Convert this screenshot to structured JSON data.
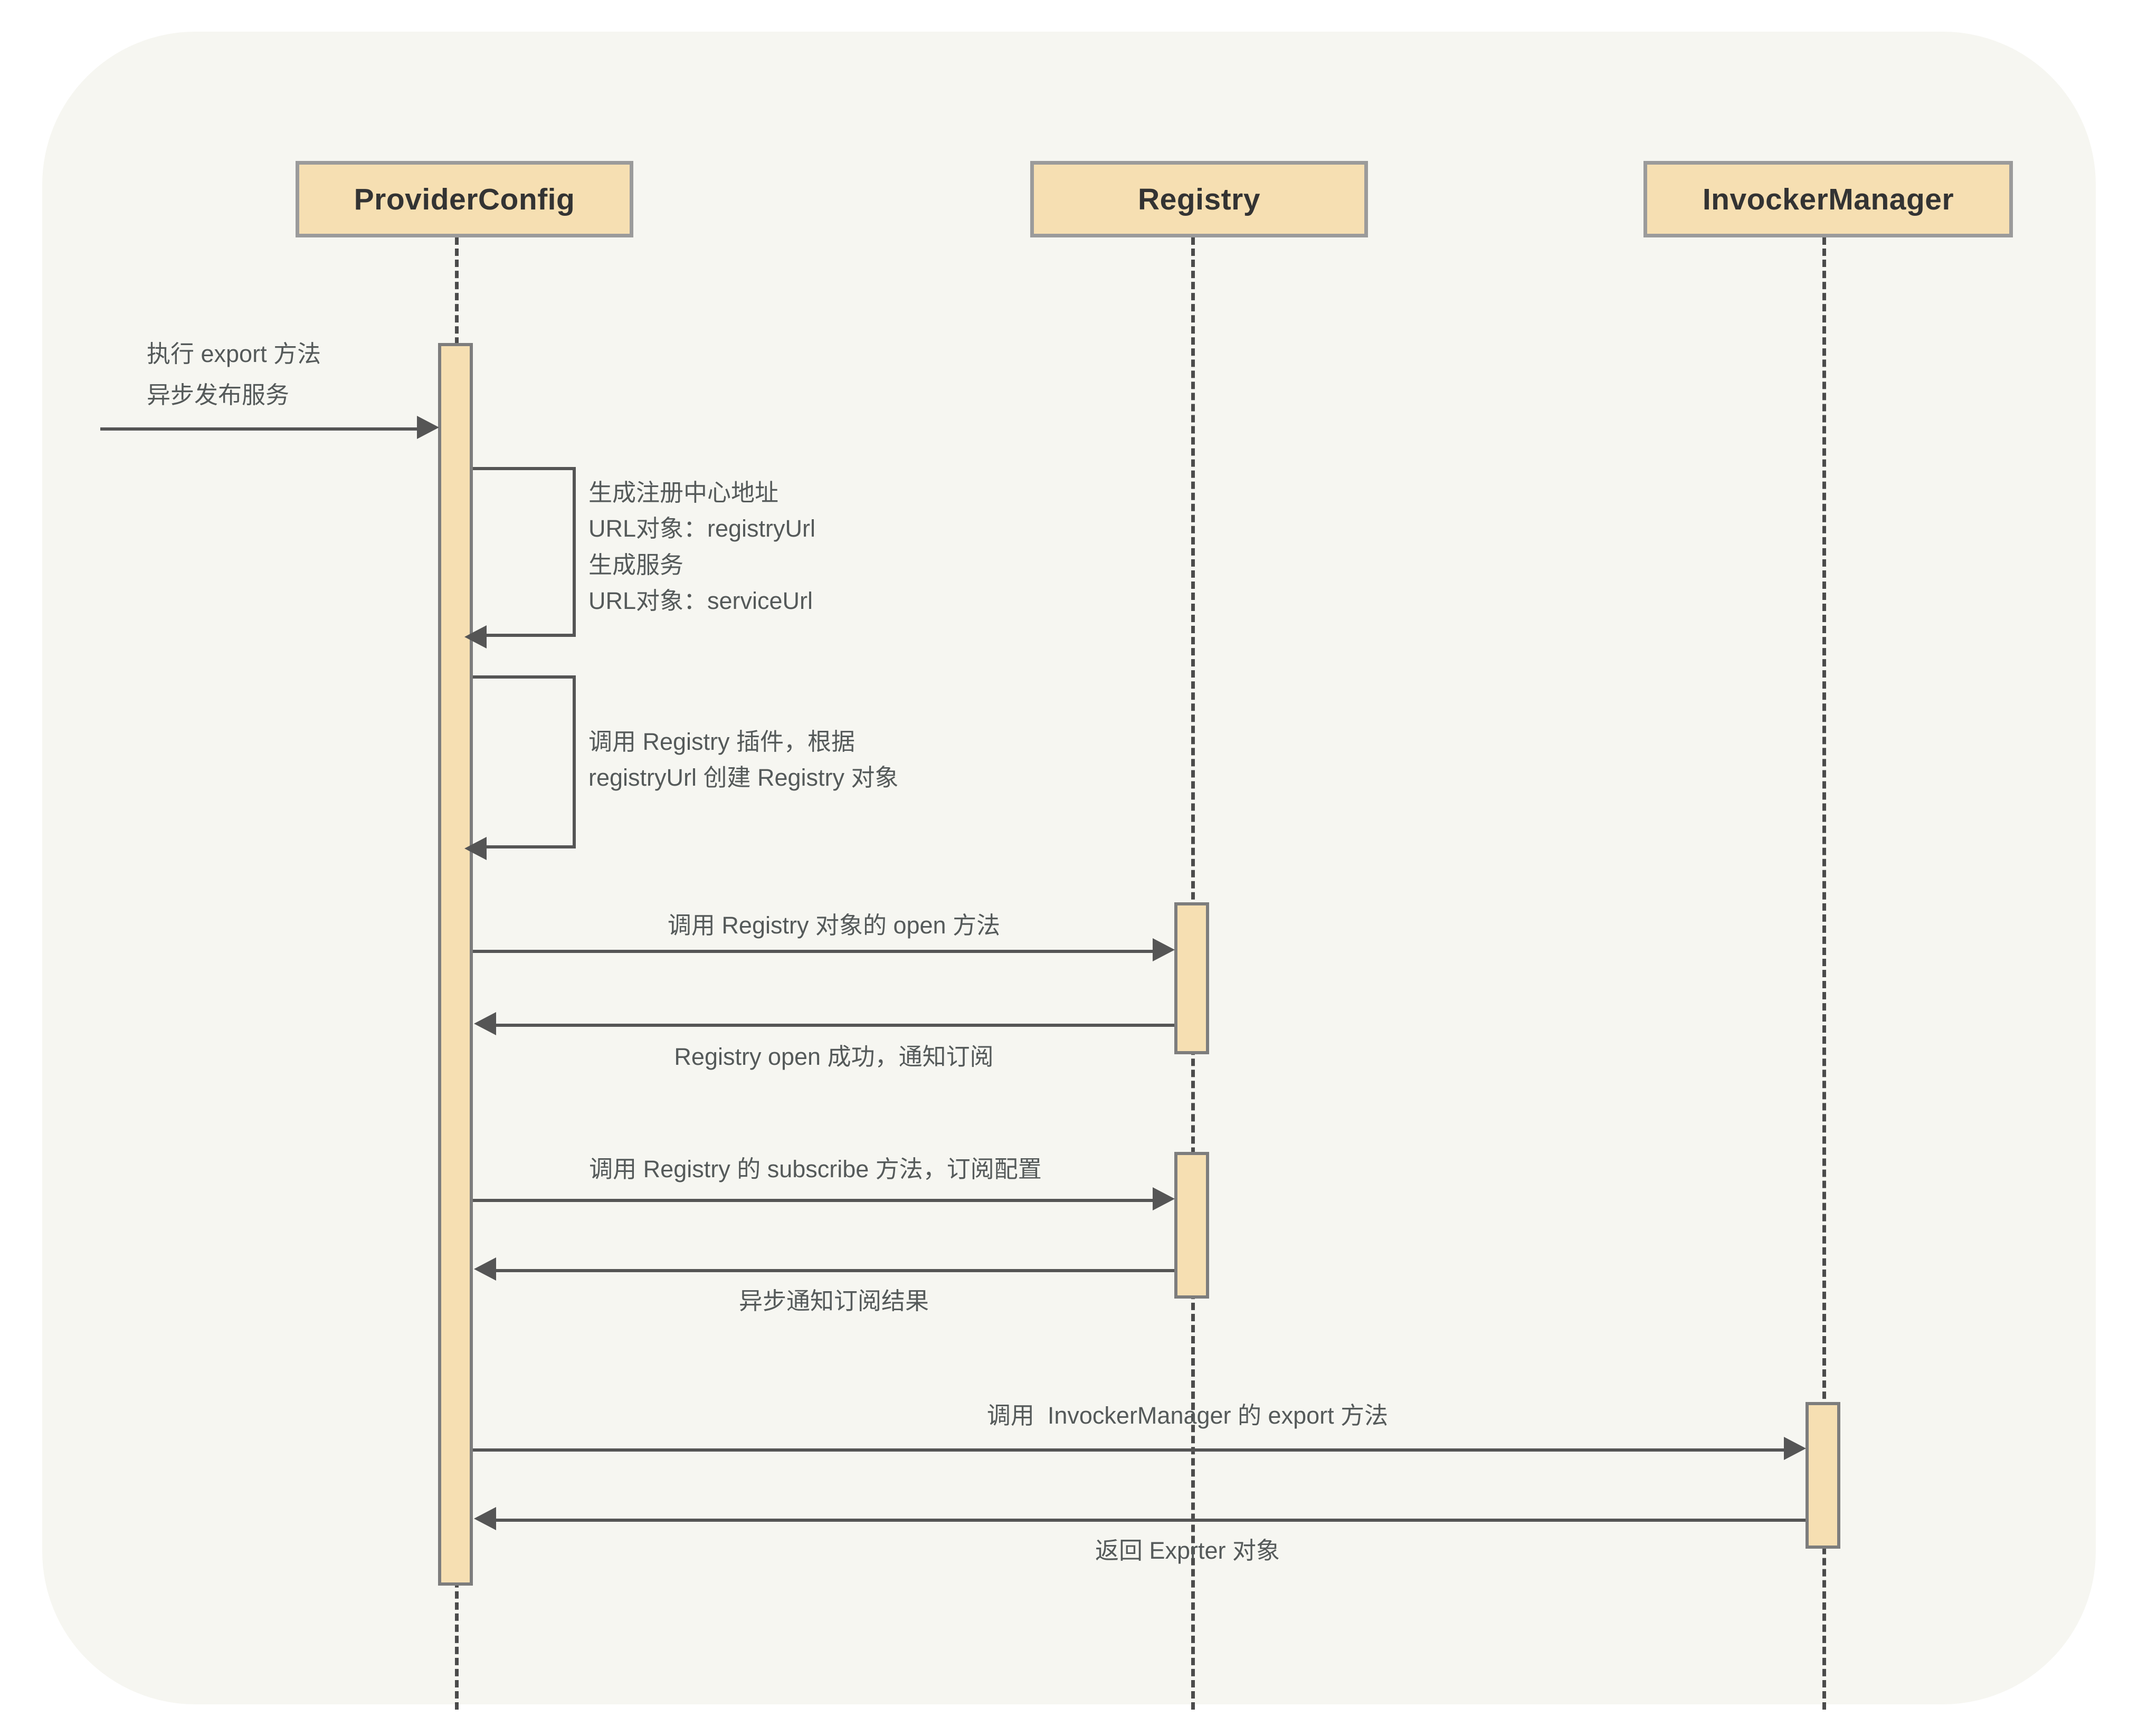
{
  "diagram": {
    "type": "sequence-diagram",
    "title": "ProviderConfig export sequence",
    "colors": {
      "canvas_background": "#f6f6f1",
      "page_background": "#ffffff",
      "participant_fill": "#f6dfb2",
      "participant_border": "#9b9b9b",
      "activation_fill": "#f6dfb2",
      "activation_border": "#7d7d7d",
      "line": "#555555",
      "lifeline": "#4b4b4b",
      "text": "#555a5a",
      "participant_text": "#333333"
    },
    "participants": [
      {
        "id": "provider",
        "label": "ProviderConfig"
      },
      {
        "id": "registry",
        "label": "Registry"
      },
      {
        "id": "invoker",
        "label": "InvockerManager"
      }
    ],
    "entry_message": {
      "line1": "执行 export 方法",
      "line2": "异步发布服务"
    },
    "self_calls": [
      {
        "id": "selfcall-generate-urls",
        "owner": "provider",
        "lines": [
          "生成注册中心地址",
          "URL对象：registryUrl",
          "生成服务",
          "URL对象：serviceUrl"
        ]
      },
      {
        "id": "selfcall-create-registry",
        "owner": "provider",
        "lines": [
          "调用 Registry 插件，根据",
          "registryUrl 创建 Registry 对象"
        ]
      }
    ],
    "messages": [
      {
        "id": "msg-open-call",
        "from": "provider",
        "to": "registry",
        "direction": "right",
        "kind": "call",
        "label": "调用 Registry 对象的 open 方法"
      },
      {
        "id": "msg-open-return",
        "from": "registry",
        "to": "provider",
        "direction": "left",
        "kind": "return",
        "label": "Registry open 成功，通知订阅"
      },
      {
        "id": "msg-subscribe-call",
        "from": "provider",
        "to": "registry",
        "direction": "right",
        "kind": "call",
        "label": "调用 Registry 的 subscribe 方法，订阅配置"
      },
      {
        "id": "msg-subscribe-return",
        "from": "registry",
        "to": "provider",
        "direction": "left",
        "kind": "return",
        "label": "异步通知订阅结果"
      },
      {
        "id": "msg-export-call",
        "from": "provider",
        "to": "invoker",
        "direction": "right",
        "kind": "call",
        "label": "调用  InvockerManager 的 export 方法"
      },
      {
        "id": "msg-export-return",
        "from": "invoker",
        "to": "provider",
        "direction": "left",
        "kind": "return",
        "label": "返回 Exprter 对象"
      }
    ]
  }
}
